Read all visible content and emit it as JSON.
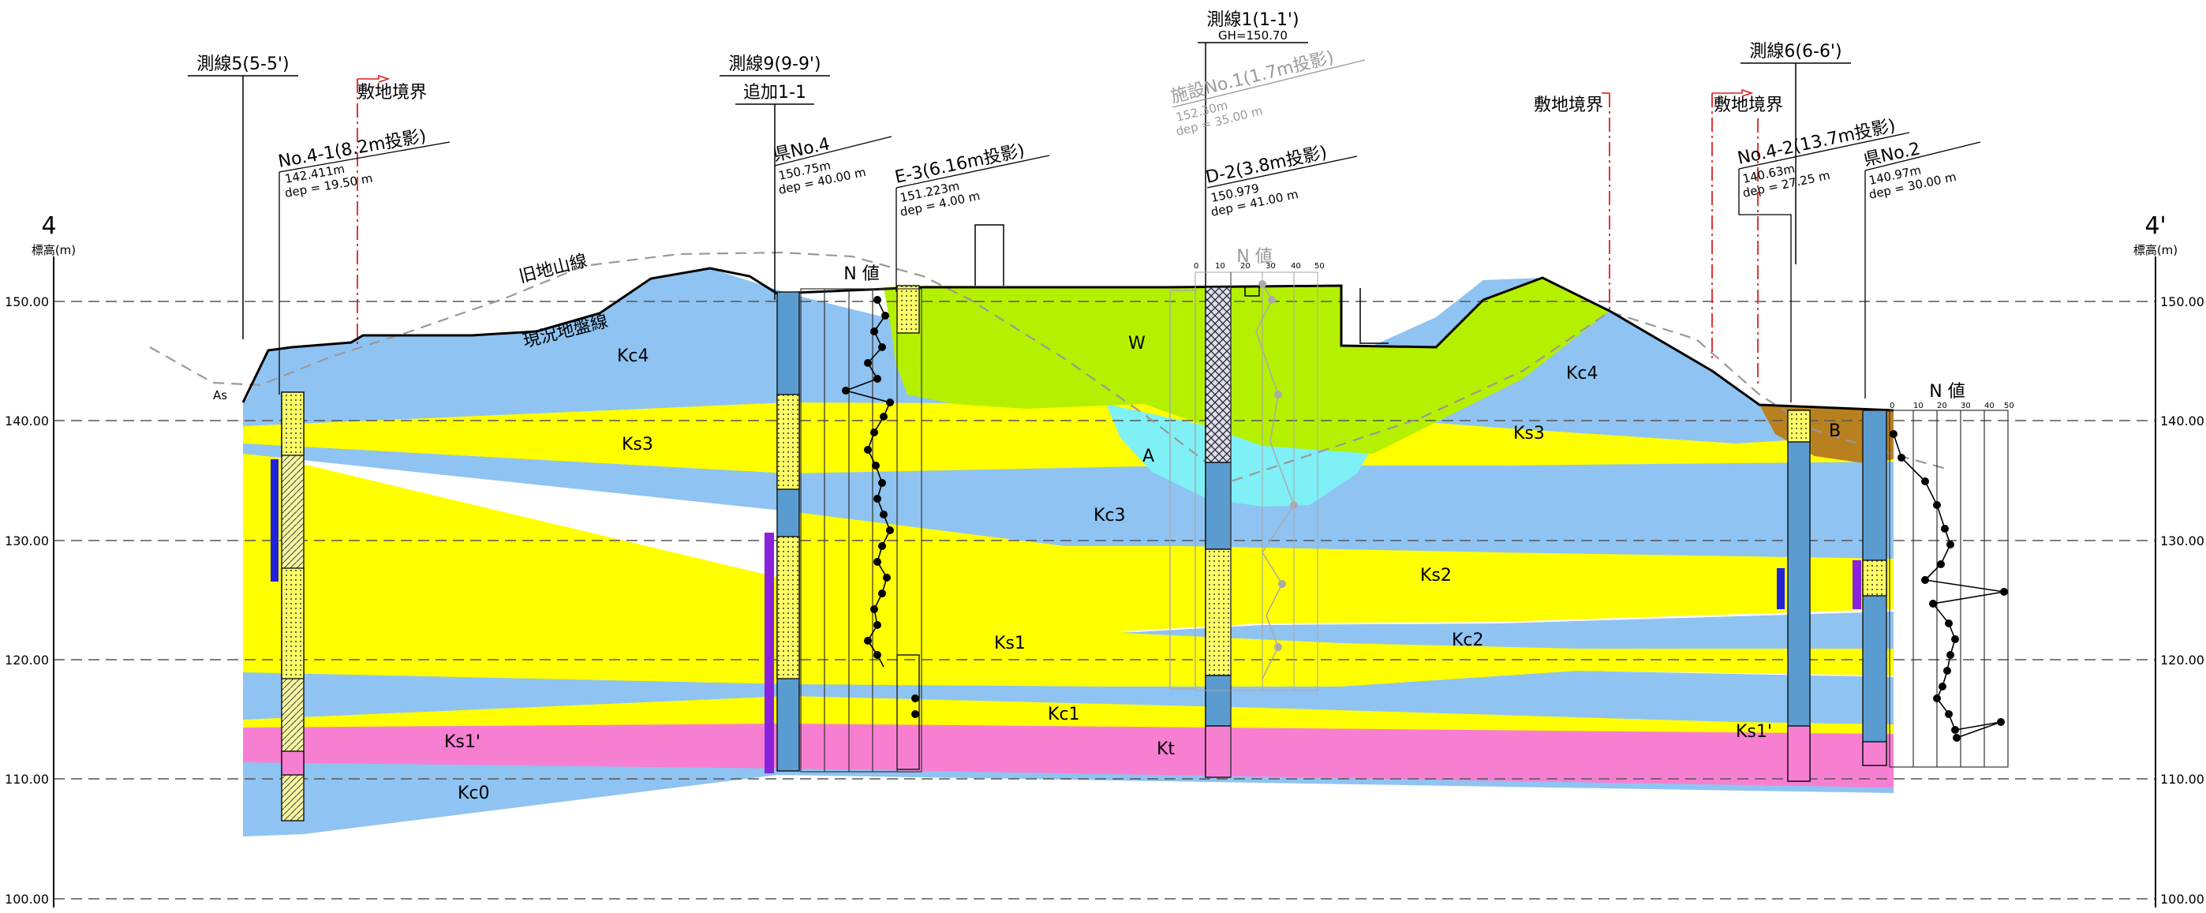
{
  "section_ends": {
    "left": "4",
    "right": "4'"
  },
  "axis": {
    "title": "標高(m)",
    "ticks": [
      "150.00",
      "140.00",
      "130.00",
      "120.00",
      "110.00",
      "100.00"
    ]
  },
  "survey_lines": [
    {
      "id": "s5",
      "name": "測線5(5-5')"
    },
    {
      "id": "s9",
      "name": "測線9(9-9')",
      "sub": "追加1-1"
    },
    {
      "id": "s1",
      "name": "測線1(1-1')",
      "sub": "GH=150.70"
    },
    {
      "id": "s6",
      "name": "測線6(6-6')"
    }
  ],
  "boundary_label": "敷地境界",
  "ground_lines": {
    "old": "旧地山線",
    "current": "現況地盤線"
  },
  "boreholes": [
    {
      "id": "no41",
      "name": "No.4-1(8.2m投影)",
      "elev": "142.411m",
      "depth": "dep = 19.50 m"
    },
    {
      "id": "ken4",
      "name": "県No.4",
      "elev": "150.75m",
      "depth": "dep = 40.00 m"
    },
    {
      "id": "e3",
      "name": "E-3(6.16m投影)",
      "elev": "151.223m",
      "depth": "dep = 4.00 m"
    },
    {
      "id": "shisetsu1",
      "name": "施設No.1(1.7m投影)",
      "elev": "152.30m",
      "depth": "dep = 35.00 m",
      "faded": true
    },
    {
      "id": "d2",
      "name": "D-2(3.8m投影)",
      "elev": "150.979",
      "depth": "dep = 41.00 m"
    },
    {
      "id": "no42",
      "name": "No.4-2(13.7m投影)",
      "elev": "140.63m",
      "depth": "dep = 27.25 m"
    },
    {
      "id": "ken2",
      "name": "県No.2",
      "elev": "140.97m",
      "depth": "dep = 30.00 m"
    }
  ],
  "n_value_label": "N 値",
  "n_scale": [
    "0",
    "10",
    "20",
    "30",
    "40",
    "50"
  ],
  "layers": [
    "W",
    "A",
    "B",
    "As",
    "Kc4",
    "Ks3",
    "Kc3",
    "Ks2",
    "Kc2",
    "Ks1",
    "Kc1",
    "Ks1'",
    "Kt",
    "Kc0"
  ],
  "colors": {
    "clay": "#8fc3f2",
    "sand": "#ffff00",
    "fill_w": "#b5f000",
    "fill_a": "#7ff0f6",
    "fill_b": "#b8801e",
    "tuff": "#f77fd2",
    "boundary": "#e02020",
    "screen_blue": "#2222dd",
    "screen_purple": "#8822dd"
  }
}
